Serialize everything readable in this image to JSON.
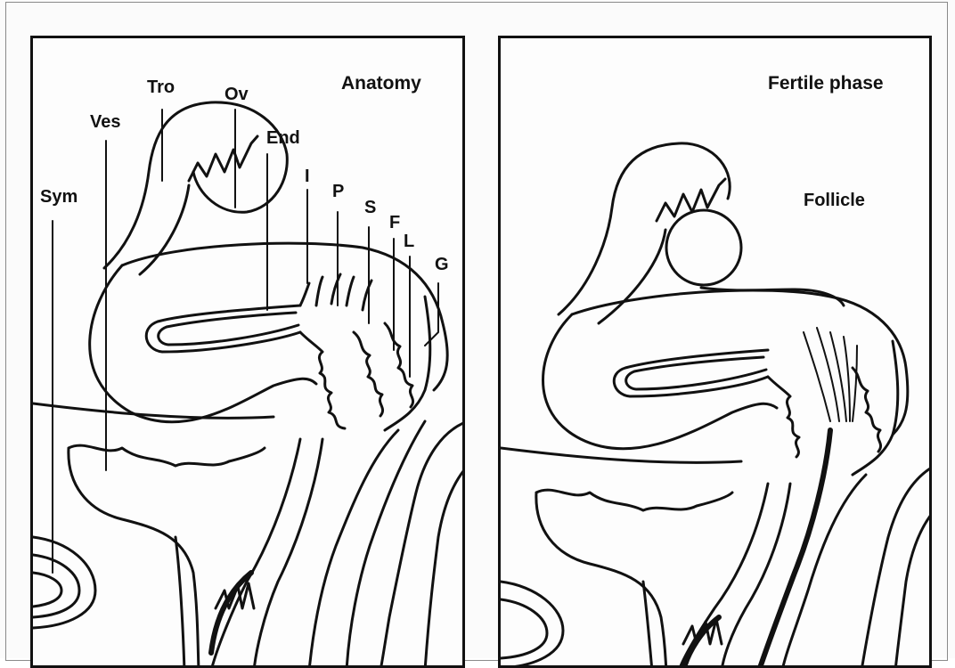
{
  "left_panel": {
    "title": "Anatomy",
    "labels": {
      "tro": "Tro",
      "ov": "Ov",
      "ves": "Ves",
      "end": "End",
      "sym": "Sym",
      "i": "I",
      "p": "P",
      "s": "S",
      "f": "F",
      "l": "L",
      "g": "G"
    }
  },
  "right_panel": {
    "title": "Fertile phase",
    "labels": {
      "follicle": "Follicle"
    }
  }
}
